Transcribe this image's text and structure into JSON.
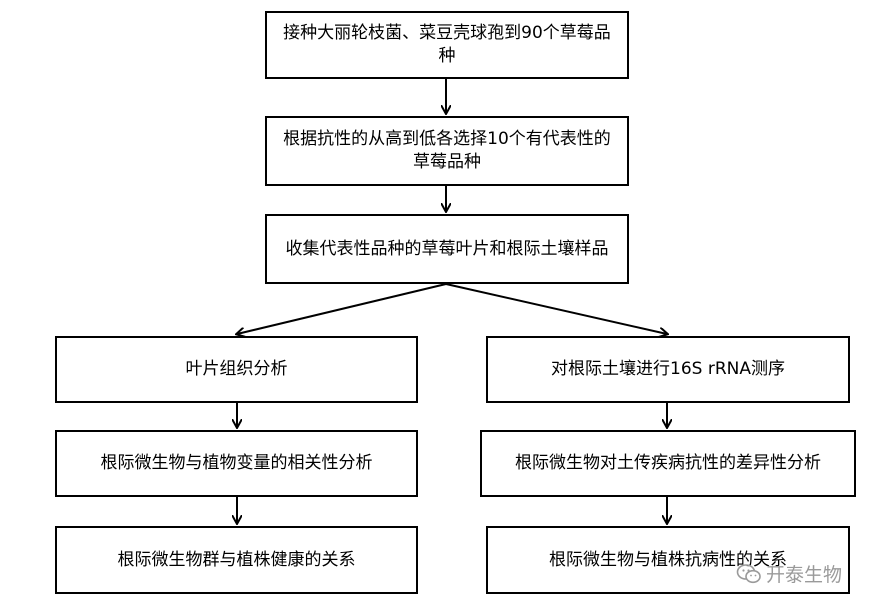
{
  "flowchart": {
    "step1": "接种大丽轮枝菌、菜豆壳球孢到90个草莓品种",
    "step2": "根据抗性的从高到低各选择10个有代表性的草莓品种",
    "step3": "收集代表性品种的草莓叶片和根际土壤样品",
    "left_branch": {
      "step1": "叶片组织分析",
      "step2": "根际微生物与植物变量的相关性分析",
      "step3": "根际微生物群与植株健康的关系"
    },
    "right_branch": {
      "step1": "对根际土壤进行16S rRNA测序",
      "step2": "根际微生物对土传疾病抗性的差异性分析",
      "step3": "根际微生物与植株抗病性的关系"
    }
  },
  "watermark": {
    "text": "开泰生物",
    "icon": "wechat-logo-icon"
  }
}
